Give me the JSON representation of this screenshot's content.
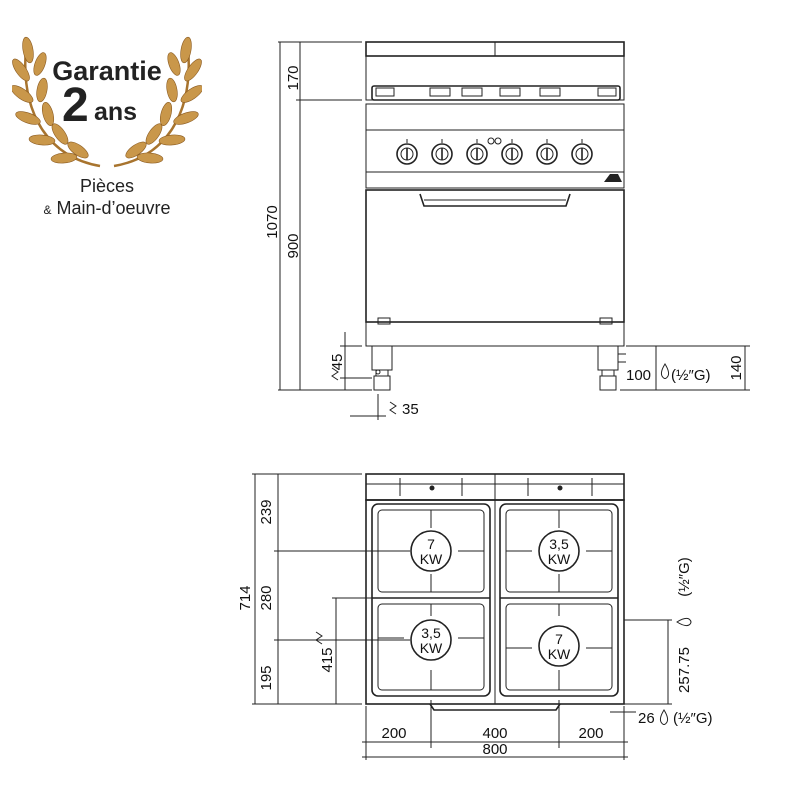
{
  "badge": {
    "line1": "Garantie",
    "number": "2",
    "unit": "ans",
    "line3": "Pièces",
    "amp": "&",
    "line4": "Main-d’oeuvre",
    "colors": {
      "wreath": "#c9974a",
      "wreath_dark": "#8a5a20"
    }
  },
  "front_view": {
    "dims": {
      "top_section": "170",
      "total_height": "1070",
      "body_height": "900",
      "foot_gas": "45",
      "foot_offset": "35",
      "gas_height": "100",
      "gas_thread": "(½″G)",
      "right_height": "140"
    }
  },
  "top_view": {
    "dims": {
      "depth_total": "714",
      "depth_back": "239",
      "depth_mid": "280",
      "depth_front": "195",
      "elec_height": "415",
      "gas_side": "257.75",
      "gas_side_thread": "(½″G)",
      "gas_front": "26",
      "gas_front_thread": "(½″G)",
      "width_left": "200",
      "width_mid": "400",
      "width_right": "200",
      "width_total": "800"
    },
    "burners": [
      {
        "power": "7",
        "unit": "KW"
      },
      {
        "power": "3,5",
        "unit": "KW"
      },
      {
        "power": "3,5",
        "unit": "KW"
      },
      {
        "power": "7",
        "unit": "KW"
      }
    ]
  }
}
